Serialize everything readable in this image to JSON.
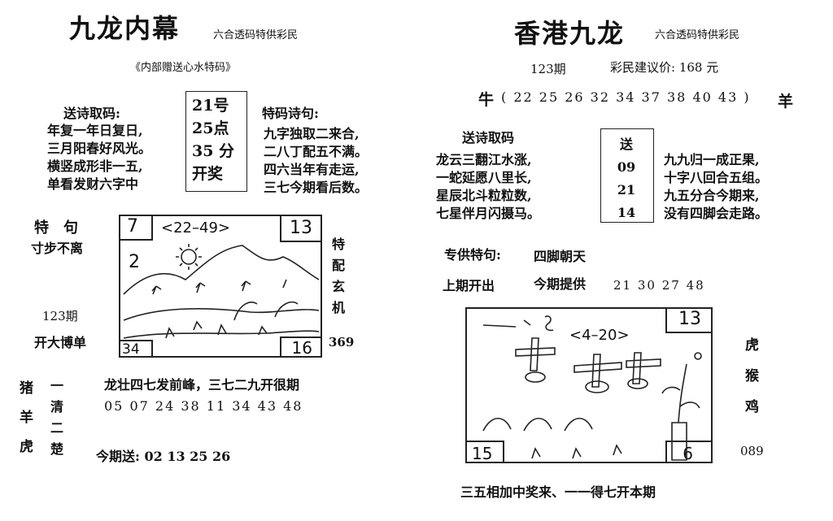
{
  "left": {
    "title": "九龙内幕",
    "slogan": "六合透码特供彩民",
    "subtitle": "《内部赠送心水特码》",
    "poem_label": "送诗取码:",
    "poem_lines": [
      "年复一年日复日,",
      "三月阳春好风光。",
      "横竖成形非一五,",
      "单看发财六字中"
    ],
    "code_box": [
      "21号",
      "25点",
      "35 分",
      "开奖"
    ],
    "special_label": "特码诗句:",
    "special_lines": [
      "九字独取二来合,",
      "二八丁配五不满。",
      "四六当年有走运,",
      "三七今期看后数。"
    ],
    "tejv_label": "特　句",
    "tejv_text": "寸步不离",
    "issue": "123期",
    "kai_da": "开大博单",
    "side_vertical": "特配玄机",
    "side_number": "369",
    "pic_text_top": "<22–49>",
    "pic_num_tl": "7",
    "pic_num_tr": "13",
    "pic_num_mid": "2",
    "pic_num_bl": "34",
    "pic_num_br": "16",
    "animals": [
      "猪",
      "羊",
      "虎"
    ],
    "yiqing": "一清二楚",
    "long_line": "龙壮四七发前峰，三七二九开很期",
    "numbers": "05 07 24 38 11 34 43 48",
    "jinqi": "今期送: 02 13 25 26"
  },
  "right": {
    "title": "香港九龙",
    "slogan": "六合透码特供彩民",
    "issue": "123期",
    "price": "彩民建议价: 168 元",
    "niu": "牛",
    "niu_numbers": "( 22 25 26 32 34 37 38 40 43 )",
    "yang": "羊",
    "poem_label": "送诗取码",
    "poem_lines": [
      "龙云三翻江水涨,",
      "一蛇延愿八里长,",
      "星辰北斗粒粒数,",
      "七星伴月闪摄马。"
    ],
    "code_box": [
      "送",
      "09",
      "21",
      "14"
    ],
    "right_lines": [
      "九九归一成正果,",
      "十字八回合五组。",
      "九五分合今期来,",
      "没有四脚会走路。"
    ],
    "zhuangong_label": "专供特句:",
    "zhuangong_text": "四脚朝天",
    "shangqi": "上期开出",
    "jinqi_tigong": "今期提供",
    "tigong_numbers": "21 30 27 48",
    "pic_text_top": "<4–20>",
    "pic_num_tr": "13",
    "pic_num_bl": "15",
    "pic_num_br": "6",
    "animals": [
      "虎",
      "猴",
      "鸡"
    ],
    "side_number": "089",
    "bottom_line": "三五相加中奖来、一一得七开本期"
  }
}
